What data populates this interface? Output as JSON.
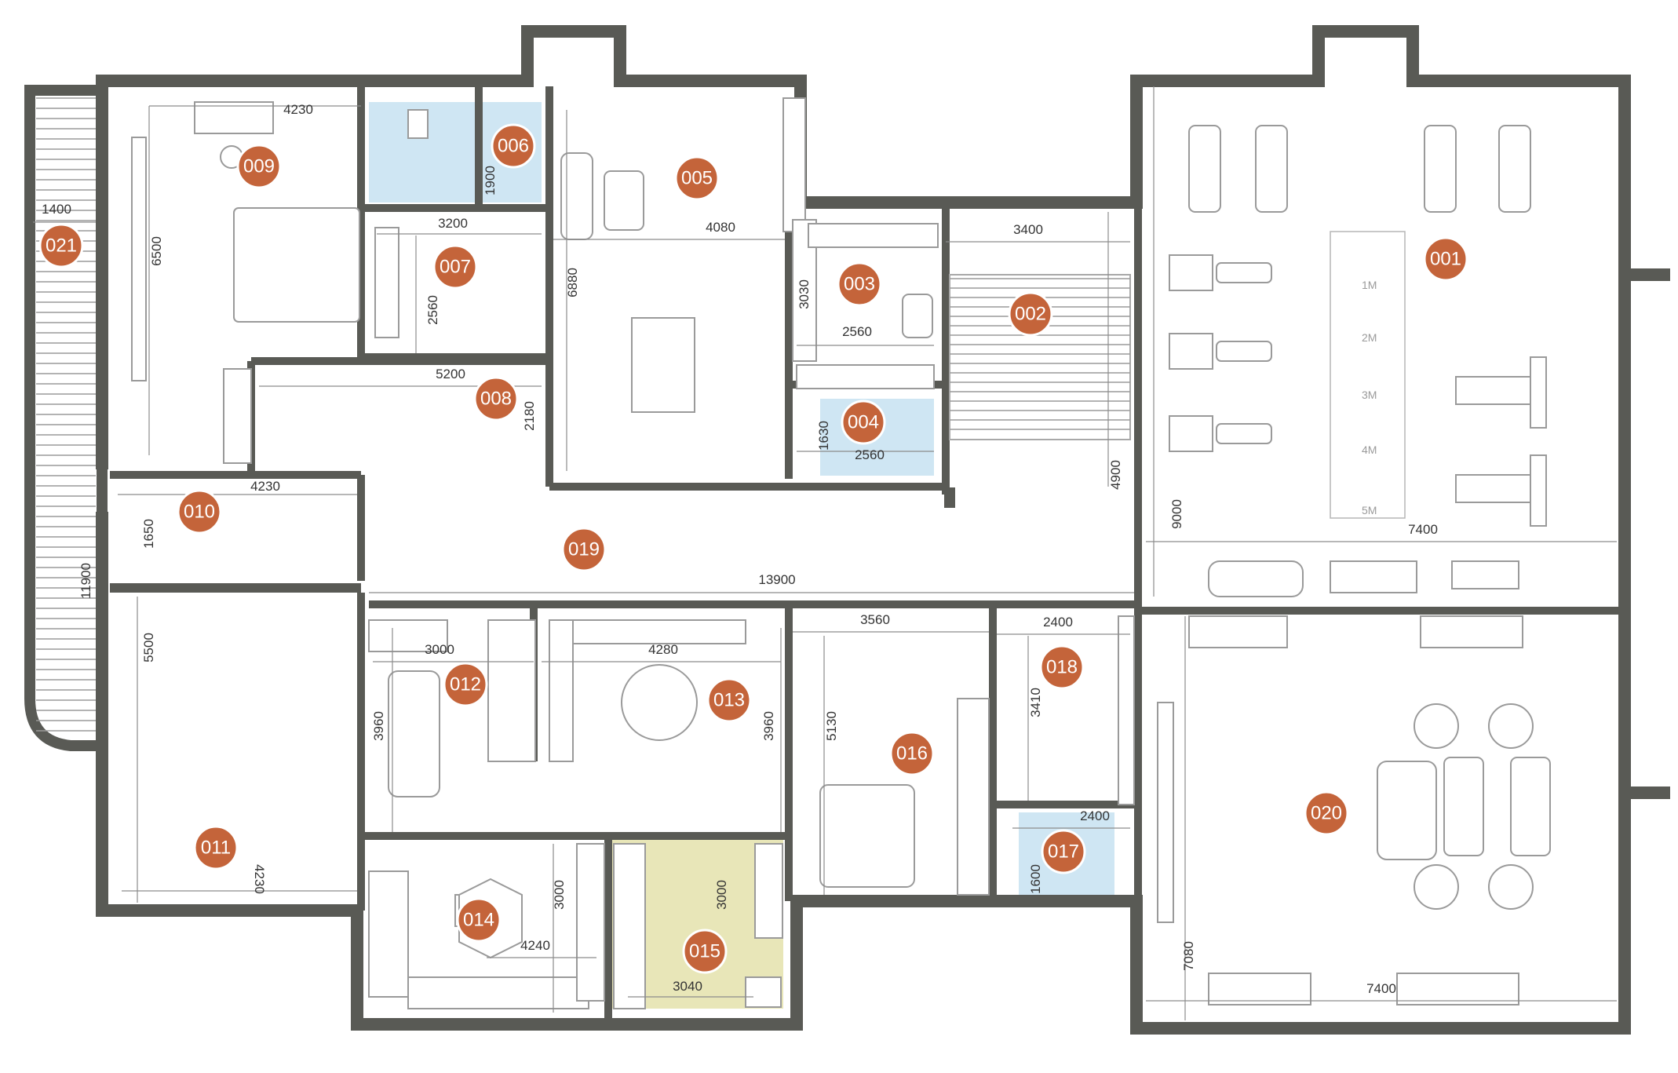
{
  "rooms": [
    {
      "id": "001",
      "label": "001"
    },
    {
      "id": "002",
      "label": "002"
    },
    {
      "id": "003",
      "label": "003"
    },
    {
      "id": "004",
      "label": "004"
    },
    {
      "id": "005",
      "label": "005"
    },
    {
      "id": "006",
      "label": "006"
    },
    {
      "id": "007",
      "label": "007"
    },
    {
      "id": "008",
      "label": "008"
    },
    {
      "id": "009",
      "label": "009"
    },
    {
      "id": "010",
      "label": "010"
    },
    {
      "id": "011",
      "label": "011"
    },
    {
      "id": "012",
      "label": "012"
    },
    {
      "id": "013",
      "label": "013"
    },
    {
      "id": "014",
      "label": "014"
    },
    {
      "id": "015",
      "label": "015"
    },
    {
      "id": "016",
      "label": "016"
    },
    {
      "id": "017",
      "label": "017"
    },
    {
      "id": "018",
      "label": "018"
    },
    {
      "id": "019",
      "label": "019"
    },
    {
      "id": "020",
      "label": "020"
    },
    {
      "id": "021",
      "label": "021"
    }
  ],
  "dimensions": {
    "d4230a": "4230",
    "d6500": "6500",
    "d1400": "1400",
    "d1900": "1900",
    "d3200": "3200",
    "d2560a": "2560",
    "d4080": "4080",
    "d6880": "6880",
    "d3030": "3030",
    "d2560b": "2560",
    "d3400": "3400",
    "d5200": "5200",
    "d2180": "2180",
    "d1630": "1630",
    "d2560c": "2560",
    "d4900": "4900",
    "d9000": "9000",
    "d7400a": "7400",
    "d4230b": "4230",
    "d1650": "1650",
    "d11900": "11900",
    "d13900": "13900",
    "d5500": "5500",
    "d3000a": "3000",
    "d4280": "4280",
    "d3560": "3560",
    "d2400a": "2400",
    "d3960a": "3960",
    "d3960b": "3960",
    "d5130": "5130",
    "d3410": "3410",
    "d2400b": "2400",
    "d1600": "1600",
    "d4230c": "4230",
    "d3000b": "3000",
    "d4240": "4240",
    "d3000c": "3000",
    "d3040": "3040",
    "d7080": "7080",
    "d7400b": "7400"
  },
  "scale": {
    "m1": "1M",
    "m2": "2M",
    "m3": "3M",
    "m4": "4M",
    "m5": "5M"
  },
  "colors": {
    "wall": "#595a55",
    "badge": "#c4643a",
    "wet_area": "#cfe6f3",
    "sauna": "#e8e6b8"
  }
}
